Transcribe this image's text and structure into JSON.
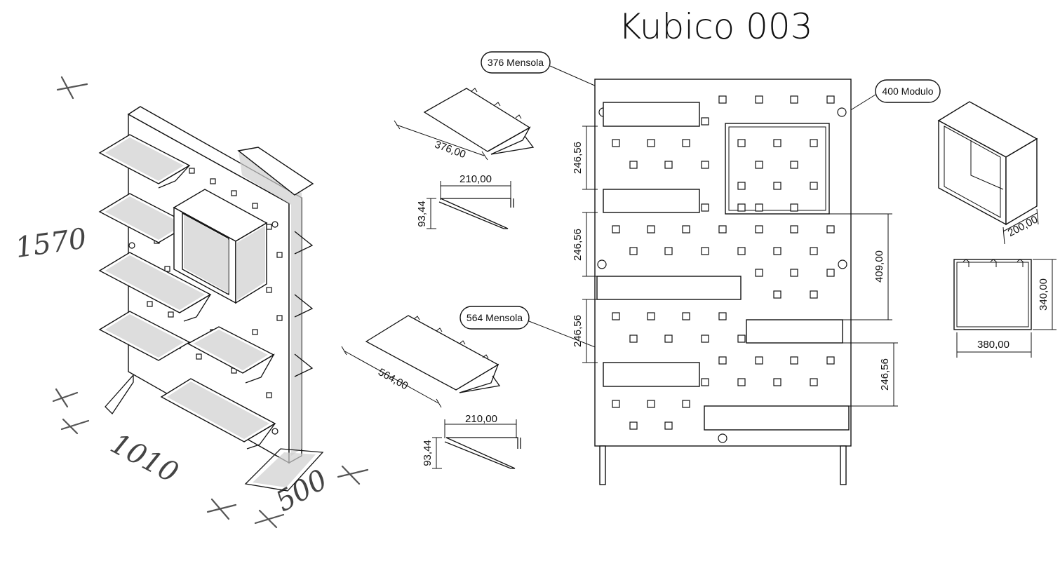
{
  "title": "Kubico 003",
  "sketch_dimensions": {
    "height": "1570",
    "width": "1010",
    "depth": "500"
  },
  "callouts": {
    "mensola_376": "376 Mensola",
    "modulo_400": "400 Modulo",
    "mensola_564": "564 Mensola"
  },
  "shelf_376": {
    "length": "376,00",
    "depth": "210,00",
    "height": "93,44"
  },
  "shelf_564": {
    "length": "564,00",
    "depth": "210,00",
    "height": "93,44"
  },
  "front_view": {
    "spacing_top": "246,56",
    "spacing_mid": "246,56",
    "spacing_low": "246,56",
    "spacing_right": "246,56",
    "module_height": "409,00"
  },
  "module": {
    "depth": "200,00",
    "height": "340,00",
    "width": "380,00"
  }
}
